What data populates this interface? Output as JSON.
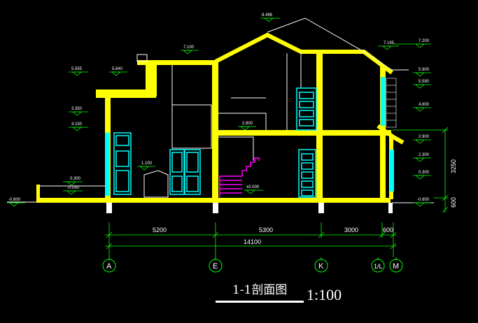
{
  "drawing": {
    "title": "1-1剖面图",
    "scale": "1:100"
  },
  "levels": {
    "ridge": "8.496",
    "roof_left": "7.100",
    "eave_right": "7.195",
    "eave_right_outer": "7.200",
    "parapet_left_top": "5.555",
    "parapet_left": "5.840",
    "right_upper_a": "5.900",
    "right_upper_b": "5.590",
    "left_mid_a": "3.350",
    "left_mid_b": "3.150",
    "floor_2": "2.900",
    "right_mid": "4.600",
    "right_low_a": "2.900",
    "right_low_b": "2.300",
    "right_low_c": "0.300",
    "step_interior": "1.100",
    "left_ground_a": "0.300",
    "left_ground_b": "-0.050",
    "left_outer": "-0.600",
    "stair_base": "±0.000",
    "right_ground": "-0.600"
  },
  "dimensions": {
    "span_a_e": "5200",
    "span_e_k": "5300",
    "span_k_l": "3000",
    "span_l_m": "600",
    "total": "14100",
    "vertical_upper": "3250",
    "vertical_lower": "600"
  },
  "axes": [
    "A",
    "E",
    "K",
    "1/L",
    "M"
  ],
  "colors": {
    "background": "#000000",
    "structure": "#ffff00",
    "door": "#00ffff",
    "stair": "#ff00ff",
    "dim": "#00ff00",
    "line": "#ffffff"
  }
}
